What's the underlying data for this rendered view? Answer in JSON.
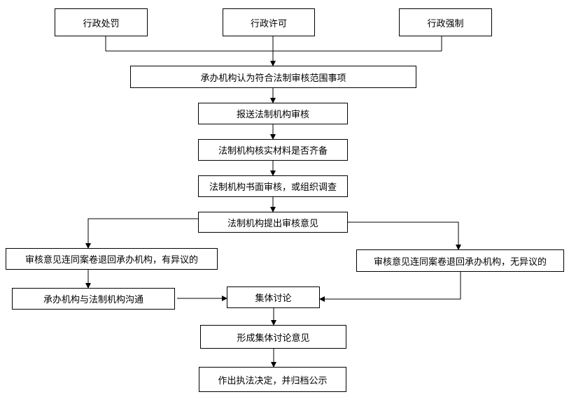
{
  "top_row": {
    "penalty": "行政处罚",
    "license": "行政许可",
    "enforcement": "行政强制"
  },
  "steps": {
    "scope": "承办机构认为符合法制审核范围事项",
    "submit": "报送法制机构审核",
    "verify": "法制机构核实材料是否齐备",
    "review": "法制机构书面审核，或组织调查",
    "opinion": "法制机构提出审核意见"
  },
  "branches": {
    "objection": "审核意见连同案卷退回承办机构，有异议的",
    "no_objection": "审核意见连同案卷退回承办机构，无异议的",
    "communicate": "承办机构与法制机构沟通"
  },
  "final": {
    "discuss": "集体讨论",
    "form_opinion": "形成集体讨论意见",
    "decide": "作出执法决定，并归档公示"
  }
}
